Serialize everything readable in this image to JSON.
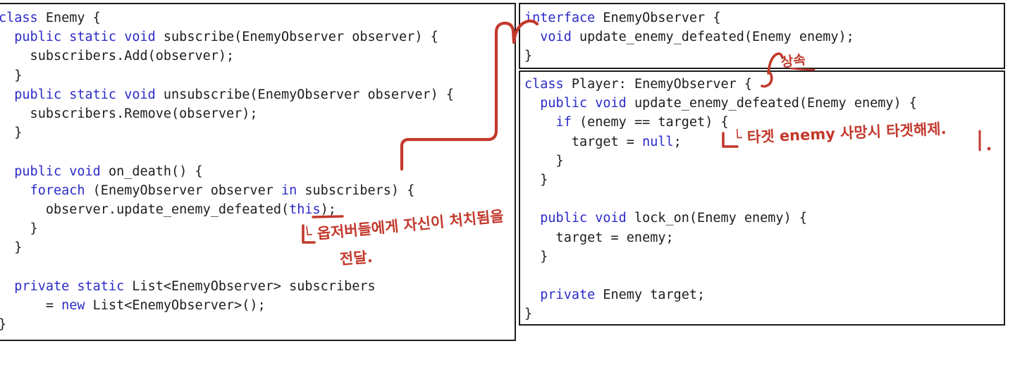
{
  "panels": {
    "enemy": {
      "name": "Enemy class code panel",
      "lines": [
        [
          {
            "t": "class",
            "c": "kw"
          },
          {
            "t": " Enemy {",
            "c": "id"
          }
        ],
        [
          {
            "t": "  ",
            "c": "id"
          },
          {
            "t": "public static void",
            "c": "kw"
          },
          {
            "t": " subscribe(EnemyObserver observer) {",
            "c": "id"
          }
        ],
        [
          {
            "t": "    subscribers.Add(observer);",
            "c": "id"
          }
        ],
        [
          {
            "t": "  }",
            "c": "id"
          }
        ],
        [
          {
            "t": "  ",
            "c": "id"
          },
          {
            "t": "public static void",
            "c": "kw"
          },
          {
            "t": " unsubscribe(EnemyObserver observer) {",
            "c": "id"
          }
        ],
        [
          {
            "t": "    subscribers.Remove(observer);",
            "c": "id"
          }
        ],
        [
          {
            "t": "  }",
            "c": "id"
          }
        ],
        [
          {
            "t": "",
            "c": "id"
          }
        ],
        [
          {
            "t": "  ",
            "c": "id"
          },
          {
            "t": "public void",
            "c": "kw"
          },
          {
            "t": " on_death() {",
            "c": "id"
          }
        ],
        [
          {
            "t": "    ",
            "c": "id"
          },
          {
            "t": "foreach",
            "c": "kw"
          },
          {
            "t": " (EnemyObserver observer ",
            "c": "id"
          },
          {
            "t": "in",
            "c": "kw"
          },
          {
            "t": " subscribers) {",
            "c": "id"
          }
        ],
        [
          {
            "t": "      observer.update_enemy_defeated(",
            "c": "id"
          },
          {
            "t": "this",
            "c": "this-tok"
          },
          {
            "t": ");",
            "c": "id"
          }
        ],
        [
          {
            "t": "    }",
            "c": "id"
          }
        ],
        [
          {
            "t": "  }",
            "c": "id"
          }
        ],
        [
          {
            "t": "",
            "c": "id"
          }
        ],
        [
          {
            "t": "  ",
            "c": "id"
          },
          {
            "t": "private static",
            "c": "kw"
          },
          {
            "t": " List<EnemyObserver> subscribers",
            "c": "id"
          }
        ],
        [
          {
            "t": "      = ",
            "c": "id"
          },
          {
            "t": "new",
            "c": "kw"
          },
          {
            "t": " List<EnemyObserver>();",
            "c": "id"
          }
        ],
        [
          {
            "t": "}",
            "c": "id"
          }
        ]
      ]
    },
    "interface": {
      "name": "EnemyObserver interface code panel",
      "lines": [
        [
          {
            "t": "interface",
            "c": "kw"
          },
          {
            "t": " EnemyObserver {",
            "c": "id"
          }
        ],
        [
          {
            "t": "  ",
            "c": "id"
          },
          {
            "t": "void",
            "c": "kw"
          },
          {
            "t": " update_enemy_defeated(Enemy enemy);",
            "c": "id"
          }
        ],
        [
          {
            "t": "}",
            "c": "id"
          }
        ]
      ]
    },
    "player": {
      "name": "Player class code panel",
      "lines": [
        [
          {
            "t": "class",
            "c": "kw"
          },
          {
            "t": " Player: EnemyObserver {",
            "c": "id"
          }
        ],
        [
          {
            "t": "  ",
            "c": "id"
          },
          {
            "t": "public void",
            "c": "kw"
          },
          {
            "t": " update_enemy_defeated(Enemy enemy) {",
            "c": "id"
          }
        ],
        [
          {
            "t": "    ",
            "c": "id"
          },
          {
            "t": "if",
            "c": "kw"
          },
          {
            "t": " (enemy == target) {",
            "c": "id"
          }
        ],
        [
          {
            "t": "      target = ",
            "c": "id"
          },
          {
            "t": "null",
            "c": "kw"
          },
          {
            "t": ";",
            "c": "id"
          }
        ],
        [
          {
            "t": "    }",
            "c": "id"
          }
        ],
        [
          {
            "t": "  }",
            "c": "id"
          }
        ],
        [
          {
            "t": "",
            "c": "id"
          }
        ],
        [
          {
            "t": "  ",
            "c": "id"
          },
          {
            "t": "public void",
            "c": "kw"
          },
          {
            "t": " lock_on(Enemy enemy) {",
            "c": "id"
          }
        ],
        [
          {
            "t": "    target = enemy;",
            "c": "id"
          }
        ],
        [
          {
            "t": "  }",
            "c": "id"
          }
        ],
        [
          {
            "t": "",
            "c": "id"
          }
        ],
        [
          {
            "t": "  ",
            "c": "id"
          },
          {
            "t": "private",
            "c": "kw"
          },
          {
            "t": " Enemy target;",
            "c": "id"
          }
        ],
        [
          {
            "t": "}",
            "c": "id"
          }
        ]
      ]
    }
  },
  "annotations": {
    "observer_note_line1": "└ 옵저버들에게 자신이 처치됨을",
    "observer_note_line2": "전달.",
    "inherit_note": "상속",
    "target_note": "└ 타겟 enemy 사망시 타겟해제."
  },
  "colors": {
    "keyword": "#2b2bc8",
    "identifier": "#1d1d1d",
    "ink": "#c2392c",
    "border": "#1c1c1c",
    "background": "#ffffff"
  }
}
